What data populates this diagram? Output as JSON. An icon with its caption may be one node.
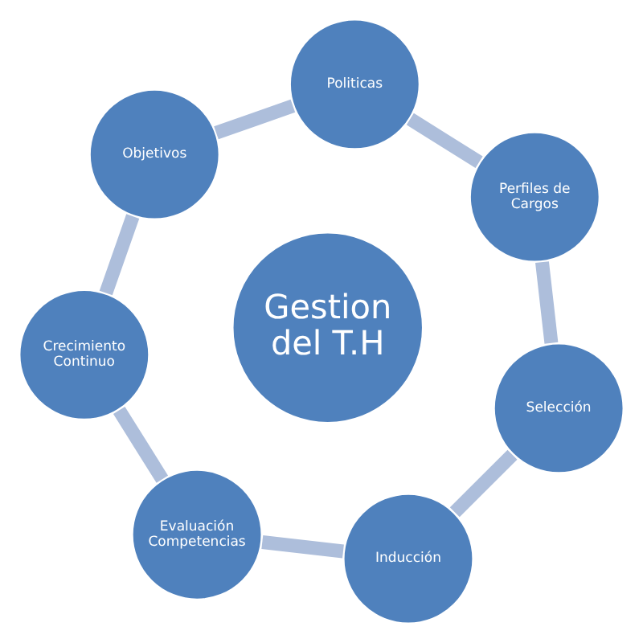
{
  "diagram": {
    "nodes": [
      {
        "text": [
          "Politicas"
        ]
      },
      {
        "text": [
          "Perfiles de Cargos"
        ]
      },
      {
        "text": [
          "Selección"
        ]
      },
      {
        "text": [
          "Inducción"
        ]
      },
      {
        "text": [
          "Evaluación Competencias"
        ]
      },
      {
        "text": [
          "Crecimiento Continuo"
        ]
      },
      {
        "text": [
          "Objetivos"
        ]
      },
      {
        "text": [
          "Gestion del T.H"
        ]
      }
    ],
    "edges": [
      {
        "from": 0,
        "to": 1,
        "arrow": "none"
      },
      {
        "from": 1,
        "to": 2,
        "arrow": "none"
      },
      {
        "from": 2,
        "to": 3,
        "arrow": "none"
      },
      {
        "from": 3,
        "to": 4,
        "arrow": "none"
      },
      {
        "from": 4,
        "to": 5,
        "arrow": "none"
      },
      {
        "from": 5,
        "to": 6,
        "arrow": "none"
      },
      {
        "from": 6,
        "to": 0,
        "arrow": "none"
      }
    ]
  }
}
